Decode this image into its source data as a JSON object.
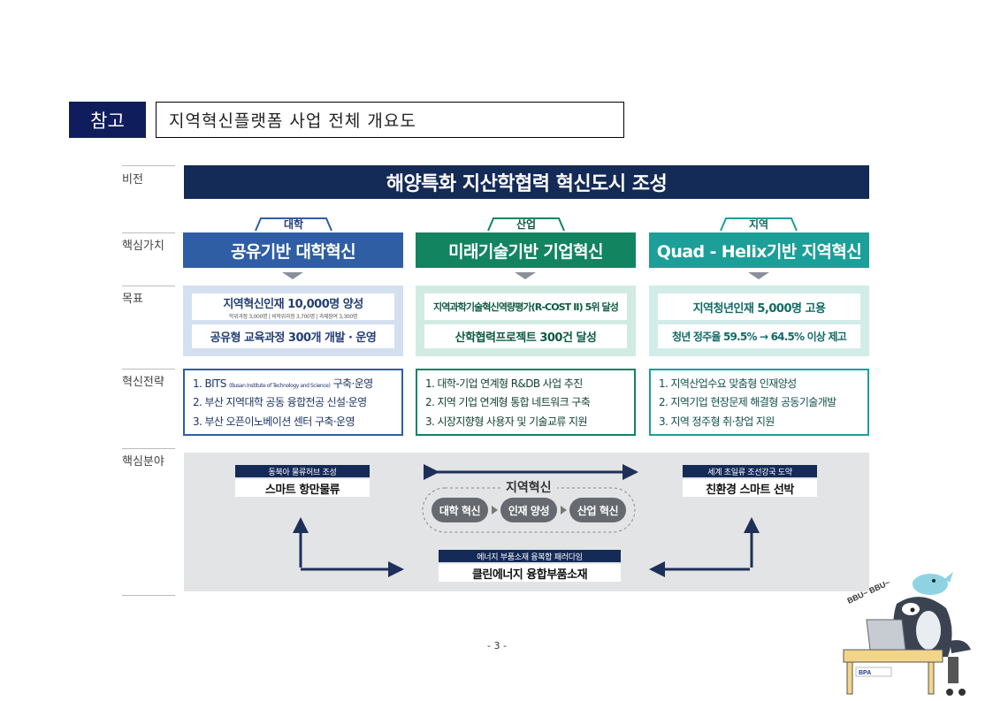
{
  "header": {
    "tag": "참고",
    "title": "지역혁신플랫폼 사업 전체 개요도"
  },
  "row_labels": {
    "vision": "비전",
    "core_values": "핵심가치",
    "goals": "목표",
    "strategies": "혁신전략",
    "core_fields": "핵심분야"
  },
  "vision": "해양특화 지산학협력 혁신도시 조성",
  "columns": [
    {
      "tab": "대학",
      "core_value": "공유기반 대학혁신",
      "goals": [
        {
          "text": "지역혁신인재 10,000명 양성",
          "sub": "학위과정 3,000명 | 비학위과정 3,700명 | 과제참여 3,300명"
        },
        {
          "text": "공유형 교육과정 300개 개발 · 운영"
        }
      ],
      "strategies": [
        {
          "pre": "1. BITS ",
          "small": "(Busan Institute of Technology and Science)",
          "post": " 구축·운영"
        },
        {
          "pre": "2. 부산 지역대학 공동 융합전공 신설·운영"
        },
        {
          "pre": "3. 부산 오픈이노베이션 센터 구축·운영"
        }
      ]
    },
    {
      "tab": "산업",
      "core_value": "미래기술기반 기업혁신",
      "goals": [
        {
          "text": "지역과학기술혁신역량평가(R-COST II) 5위 달성"
        },
        {
          "text": "산학협력프로젝트 300건 달성"
        }
      ],
      "strategies": [
        {
          "pre": "1. 대학-기업 연계형 R&DB 사업 추진"
        },
        {
          "pre": "2. 지역 기업 연계형 통합 네트워크 구축"
        },
        {
          "pre": "3. 시장지향형 사용자 및 기술교류 지원"
        }
      ]
    },
    {
      "tab": "지역",
      "core_value": "Quad - Helix기반 지역혁신",
      "goals": [
        {
          "text": "지역청년인재 5,000명 고용"
        },
        {
          "text": "청년 정주율 59.5% → 64.5% 이상 제고"
        }
      ],
      "strategies": [
        {
          "pre": "1. 지역산업수요 맞춤형 인재양성"
        },
        {
          "pre": "2. 지역기업 현장문제 해결형 공동기술개발"
        },
        {
          "pre": "3. 지역 정주형 취·창업 지원"
        }
      ]
    }
  ],
  "core_fields": {
    "left": {
      "tag": "동북아 물류허브 조성",
      "main": "스마트 항만물류"
    },
    "right": {
      "tag": "세계 초일류 조선강국 도약",
      "main": "친환경 스마트 선박"
    },
    "bottom": {
      "tag": "에너지 부품소재 융복합 패러다임",
      "main": "클린에너지 융합부품소재"
    },
    "center_label": "지역혁신",
    "cycle": [
      "대학 혁신",
      "인재 양성",
      "산업 혁신"
    ]
  },
  "character": {
    "speech": "BBU~ BBU~",
    "badge": "BPA"
  },
  "page_number": "- 3 -",
  "colors": {
    "navy": "#142a57",
    "blue": "#2f5ea4",
    "green": "#12845f",
    "teal": "#1b9f98"
  }
}
